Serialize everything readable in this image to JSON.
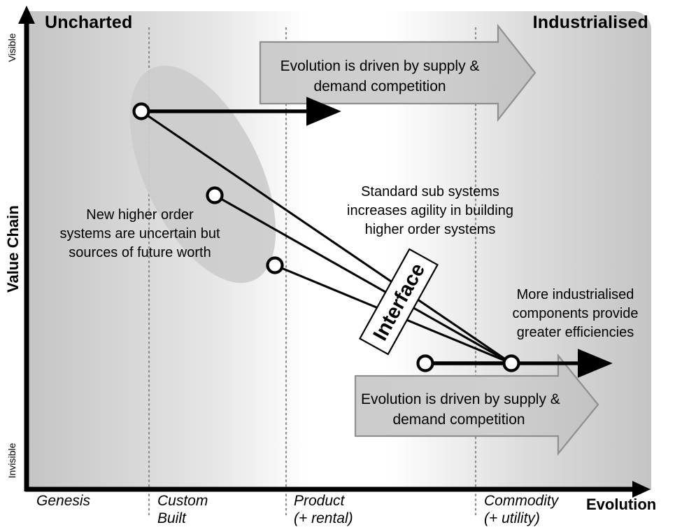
{
  "diagram": {
    "kind": "wardley-map",
    "axes": {
      "y_axis_title": "Value Chain",
      "y_axis_top_label": "Visible",
      "y_axis_bottom_label": "Invisible",
      "x_axis_title": "Evolution",
      "x_axis_ticks": [
        {
          "id": "genesis",
          "line1": "Genesis",
          "line2": ""
        },
        {
          "id": "custom-built",
          "line1": "Custom",
          "line2": "Built"
        },
        {
          "id": "product",
          "line1": "Product",
          "line2": "(+ rental)"
        },
        {
          "id": "commodity",
          "line1": "Commodity",
          "line2": "(+ utility)"
        }
      ]
    },
    "zone_labels": {
      "left": "Uncharted",
      "right": "Industrialised"
    },
    "banners": [
      {
        "id": "top-evolution-banner",
        "line1": "Evolution is driven by supply &",
        "line2": "demand competition"
      },
      {
        "id": "bottom-evolution-banner",
        "line1": "Evolution is driven by supply &",
        "line2": "demand competition"
      }
    ],
    "annotations": [
      {
        "id": "uncertainty-note",
        "lines": [
          "New higher order",
          "systems are uncertain but",
          "sources of future worth"
        ]
      },
      {
        "id": "standard-sub-systems-note",
        "lines": [
          "Standard sub systems",
          "increases agility in building",
          "higher order systems"
        ]
      },
      {
        "id": "industrialised-components-note",
        "lines": [
          "More industrialised",
          "components provide",
          "greater efficiencies"
        ]
      }
    ],
    "interface_label": "Interface",
    "colors": {
      "ink": "#000000",
      "banner_fill": "#cccccc",
      "banner_stroke": "#808080",
      "ellipse_fill": "#cccccc",
      "gridline": "#999999",
      "plot_gradient_dark": "#c7c7c7",
      "plot_gradient_light": "#ffffff"
    }
  },
  "chart_data": {
    "type": "scatter",
    "title": "",
    "xlabel": "Evolution",
    "ylabel": "Value Chain",
    "xlim": [
      0,
      1
    ],
    "ylim": [
      0,
      1
    ],
    "grid": true,
    "x_tick_labels": [
      "Genesis",
      "Custom Built",
      "Product (+ rental)",
      "Commodity (+ utility)"
    ],
    "y_tick_labels": [
      "Invisible",
      "Visible"
    ],
    "nodes": [
      {
        "id": "n1",
        "label": "",
        "x": 0.205,
        "y": 0.793
      },
      {
        "id": "n2",
        "label": "",
        "x": 0.321,
        "y": 0.617
      },
      {
        "id": "n3",
        "label": "",
        "x": 0.421,
        "y": 0.465
      },
      {
        "id": "n4",
        "label": "",
        "x": 0.671,
        "y": 0.251
      },
      {
        "id": "n5",
        "label": "",
        "x": 0.814,
        "y": 0.251
      }
    ],
    "links": [
      {
        "from": "n1",
        "to": "n5"
      },
      {
        "from": "n2",
        "to": "n5"
      },
      {
        "from": "n3",
        "to": "n5"
      },
      {
        "from": "n4",
        "to": "n5"
      }
    ],
    "movement_arrows": [
      {
        "from": "n1",
        "to_x": 0.475,
        "y": 0.793
      },
      {
        "from": "n5",
        "to_x": 0.945,
        "y": 0.251
      }
    ]
  }
}
